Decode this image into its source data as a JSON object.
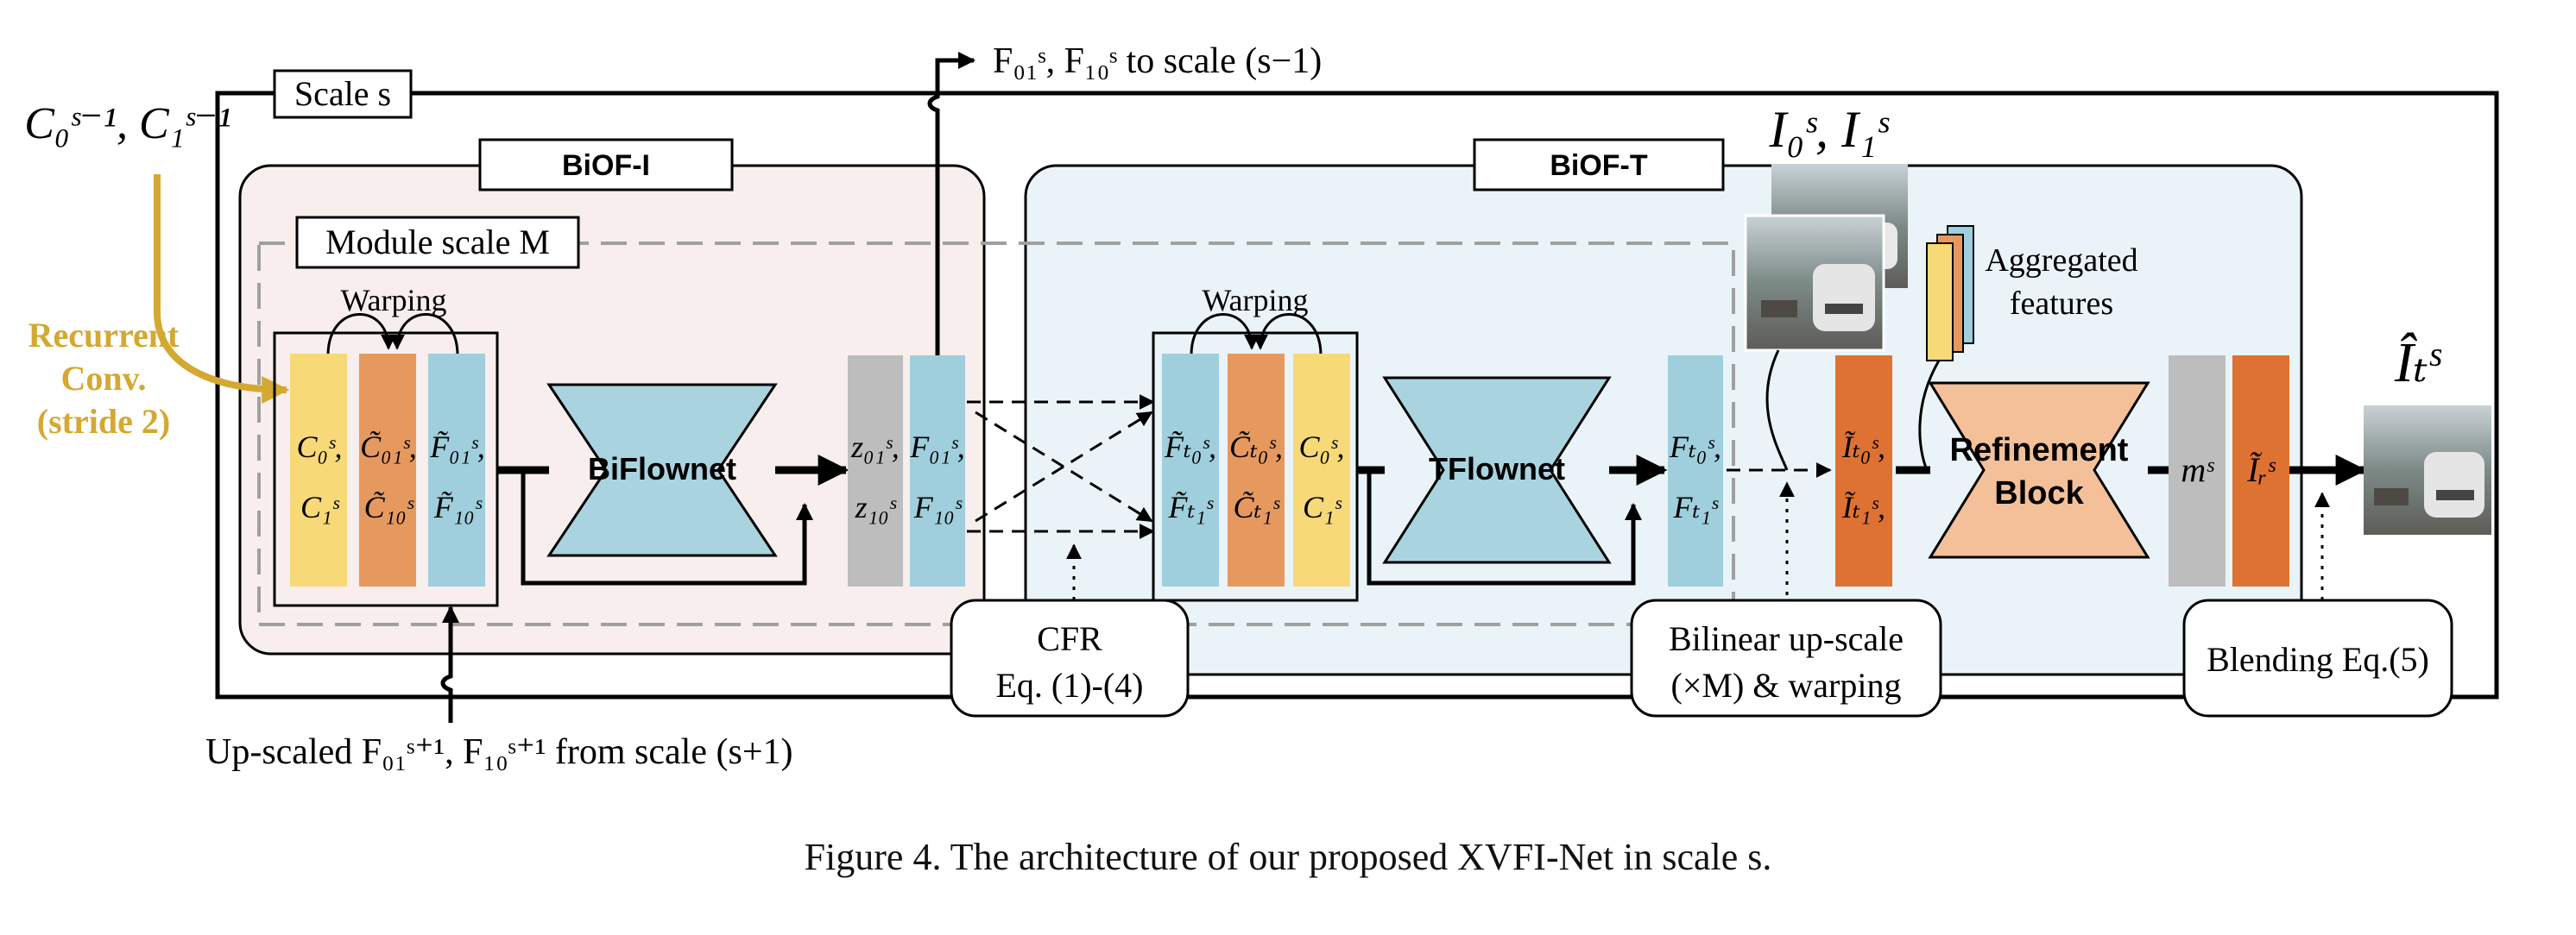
{
  "colors": {
    "frame": "#000000",
    "biof_i_bg": "#f7eeed",
    "biof_t_bg": "#eaf4f8",
    "dashed": "#a0a0a0",
    "recurrent": "#d4a832",
    "yellow_block": "#f7d977",
    "orange_block": "#e6995f",
    "blue_block": "#9fcedd",
    "gray_block": "#bdbdbd",
    "deep_orange_block": "#de7232",
    "net_fill": "#a9d3df",
    "refine_fill": "#f4c09a"
  },
  "labels": {
    "scale_box": "Scale s",
    "biof_i": "BiOF-I",
    "biof_t": "BiOF-T",
    "module_scale": "Module scale M",
    "top_input": "C₀ˢ⁻¹, C₁ˢ⁻¹",
    "recurrent_line1": "Recurrent",
    "recurrent_line2": "Conv.",
    "recurrent_line3": "(stride 2)",
    "to_scale": "F₀₁ˢ, F₁₀ˢ to scale (s−1)",
    "upscaled": "Up-scaled F₀₁ˢ⁺¹, F₁₀ˢ⁺¹ from scale (s+1)",
    "warping_1": "Warping",
    "warping_2": "Warping",
    "biflownet": "BiFlownet",
    "tflownet": "TFlownet",
    "refinement_line1": "Refinement",
    "refinement_line2": "Block",
    "cfr_line1": "CFR",
    "cfr_line2": "Eq. (1)-(4)",
    "bilinear_line1": "Bilinear up-scale",
    "bilinear_line2": "(×M) & warping",
    "blending": "Blending Eq.(5)",
    "input_frames": "I₀ˢ, I₁ˢ",
    "aggregated_line1": "Aggregated",
    "aggregated_line2": "features",
    "output": "Îₜˢ"
  },
  "blocks": {
    "c_top": "C₀ˢ,",
    "c_bot": "C₁ˢ",
    "ct_top": "C̃₀₁ˢ,",
    "ct_bot": "C̃₁₀ˢ",
    "ft_top": "F̃₀₁ˢ,",
    "ft_bot": "F̃₁₀ˢ",
    "z_top": "z₀₁ˢ,",
    "z_bot": "z₁₀ˢ",
    "f_top": "F₀₁ˢ,",
    "f_bot": "F₁₀ˢ",
    "ftt_top": "F̃ₜ₀ˢ,",
    "ftt_bot": "F̃ₜ₁ˢ",
    "ctt_top": "C̃ₜ₀ˢ,",
    "ctt_bot": "C̃ₜ₁ˢ",
    "c2_top": "C₀ˢ,",
    "c2_bot": "C₁ˢ",
    "fout_top": "Fₜ₀ˢ,",
    "fout_bot": "Fₜ₁ˢ",
    "it_top": "Ĩₜ₀ˢ,",
    "it_bot": "Ĩₜ₁ˢ,",
    "m": "mˢ",
    "ir": "Ĩᵣˢ"
  },
  "caption": "Figure 4. The architecture of our proposed XVFI-Net in scale s."
}
